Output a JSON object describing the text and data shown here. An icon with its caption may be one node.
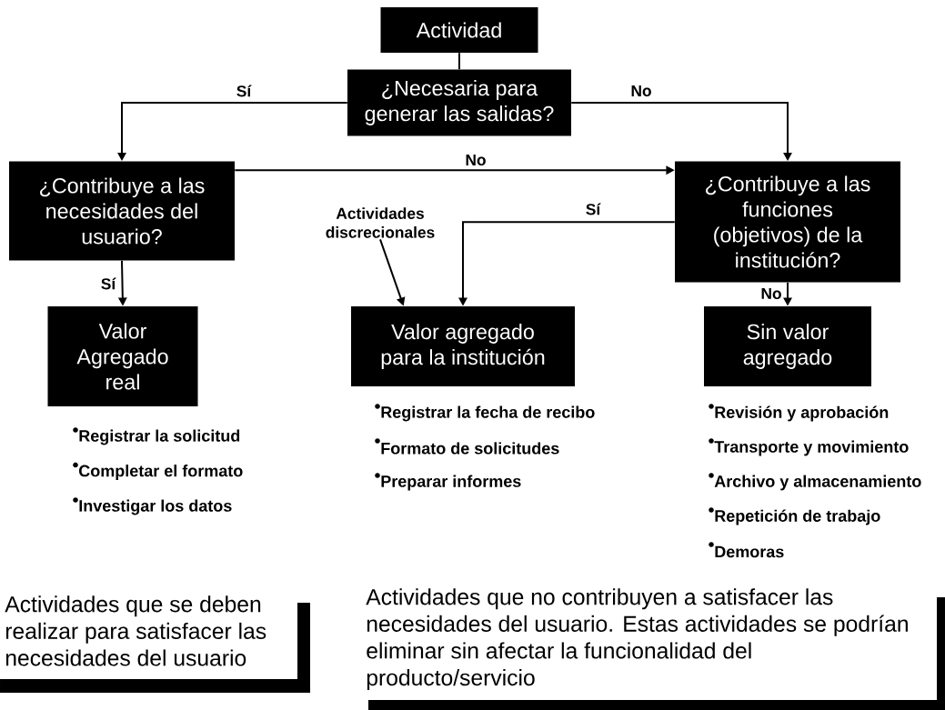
{
  "diagram": {
    "nodes": [
      {
        "text": [
          "Actividad"
        ]
      },
      {
        "text": [
          "¿Necesaria para generar las salidas?"
        ]
      },
      {
        "text": [
          "¿Contribuye a las necesidades del usuario?"
        ]
      },
      {
        "text": [
          "¿Contribuye a las funciones (objetivos) de la institución?"
        ]
      },
      {
        "text": [
          "Valor Agregado real"
        ],
        "beside": [
          "Registrar la solicitud",
          "Completar el formato",
          "Investigar los datos"
        ]
      },
      {
        "text": [
          "Valor agregado para la institución"
        ],
        "beside": [
          "Registrar la fecha de recibo",
          "Formato de solicitudes",
          "Preparar informes"
        ]
      },
      {
        "text": [
          "Sin valor agregado"
        ],
        "beside": [
          "Revisión y aprobación",
          "Transporte y movimiento",
          "Archivo y almacenamiento",
          "Repetición de trabajo",
          "Demoras"
        ]
      },
      {
        "text": [
          "Actividades discrecionales"
        ]
      },
      {
        "text": [
          "Actividades que se deben realizar para satisfacer las necesidades del usuario"
        ]
      },
      {
        "text": [
          "Actividades que no contribuyen a satisfacer las necesidades del usuario. Estas actividades se podrían eliminar sin afectar la funcionalidad del producto/servicio"
        ]
      }
    ],
    "edges": [
      {
        "from": 0,
        "to": 1,
        "arrow": "none"
      },
      {
        "from": 1,
        "to": 2,
        "arrow": "to",
        "label": "Sí"
      },
      {
        "from": 1,
        "to": 3,
        "arrow": "to",
        "label": "No"
      },
      {
        "from": 2,
        "to": 3,
        "arrow": "to",
        "label": "No"
      },
      {
        "from": 3,
        "to": 5,
        "arrow": "to",
        "label": "Sí"
      },
      {
        "from": 2,
        "to": 4,
        "arrow": "to",
        "label": "Sí"
      },
      {
        "from": 3,
        "to": 6,
        "arrow": "to",
        "label": "No"
      },
      {
        "from": 7,
        "to": 5,
        "arrow": "to"
      }
    ]
  }
}
